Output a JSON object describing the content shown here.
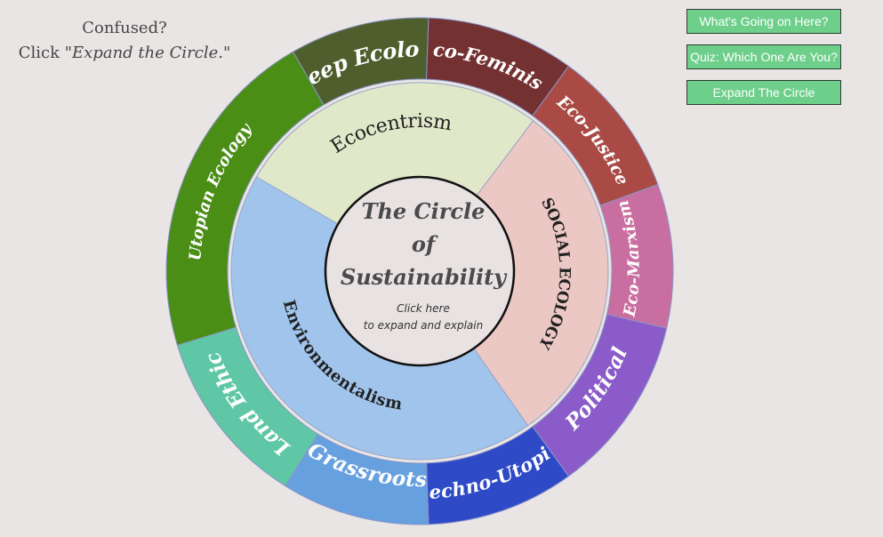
{
  "hint": {
    "line1": "Confused?",
    "line2_prefix": "Click ",
    "line2_emphasis": "\"Expand the Circle.\""
  },
  "buttons": {
    "whats_going_on": "What's Going on Here?",
    "quiz": "Quiz: Which One Are You?",
    "expand": "Expand The Circle"
  },
  "center": {
    "title_line1": "The Circle",
    "title_line2": "of",
    "title_line3": "Sustainability",
    "sub_line1": "Click here",
    "sub_line2": "to expand and explain"
  },
  "inner_ring": [
    {
      "label": "Ecocentrism",
      "color": "#e0e8c9"
    },
    {
      "label": "SOCIAL ECOLOGY",
      "color": "#ecc8c4"
    },
    {
      "label": "Environmentalism",
      "color": "#a0c4ec"
    }
  ],
  "outer_ring": [
    {
      "label": "Deep Ecology",
      "color": "#4f5e2d"
    },
    {
      "label": "Eco-Feminism",
      "color": "#743131"
    },
    {
      "label": "Eco-Justice",
      "color": "#a94a45"
    },
    {
      "label": "Eco-Marxism",
      "color": "#c96ea0"
    },
    {
      "label": "Political",
      "color": "#8b5cc9"
    },
    {
      "label": "Techno-Utopia",
      "color": "#2f4ac7"
    },
    {
      "label": "Grassroots",
      "color": "#67a0df"
    },
    {
      "label": "Land Ethic",
      "color": "#5fc7a6"
    },
    {
      "label": "Utopian Ecology",
      "color": "#4a8e16"
    }
  ]
}
